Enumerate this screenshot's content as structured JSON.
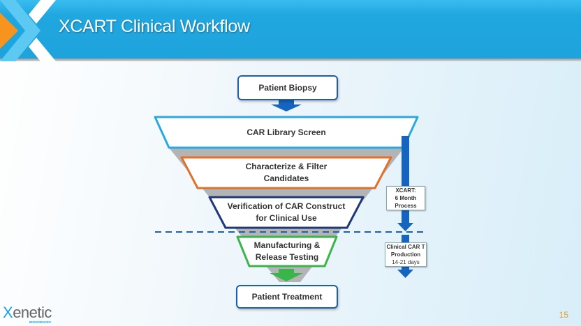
{
  "header": {
    "title": "XCART Clinical Workflow"
  },
  "workflow": {
    "start": "Patient Biopsy",
    "stages": [
      {
        "label": "CAR Library Screen",
        "color": "#29a9e0"
      },
      {
        "label_line1": "Characterize & Filter",
        "label_line2": "Candidates",
        "color": "#e0702a"
      },
      {
        "label_line1": "Verification of CAR Construct",
        "label_line2": "for Clinical Use",
        "color": "#1f3a7a"
      },
      {
        "label_line1": "Manufacturing &",
        "label_line2": "Release Testing",
        "color": "#39b54a"
      }
    ],
    "end": "Patient Treatment"
  },
  "side_notes": {
    "xcart": {
      "line1": "XCART:",
      "line2": "6 Month",
      "line3": "Process"
    },
    "clinical": {
      "line1": "Clinical CAR T",
      "line2": "Production",
      "line3": "14-21 days"
    }
  },
  "colors": {
    "header_blue": "#21a7e0",
    "arrow_blue": "#1565c0",
    "arrow_green": "#39b54a",
    "orange": "#f7941d",
    "dash": "#1f5fa8"
  },
  "footer": {
    "logo_text": "enetic",
    "logo_x": "X",
    "logo_sub": "BIOSCIENCES",
    "page_number": "15"
  }
}
